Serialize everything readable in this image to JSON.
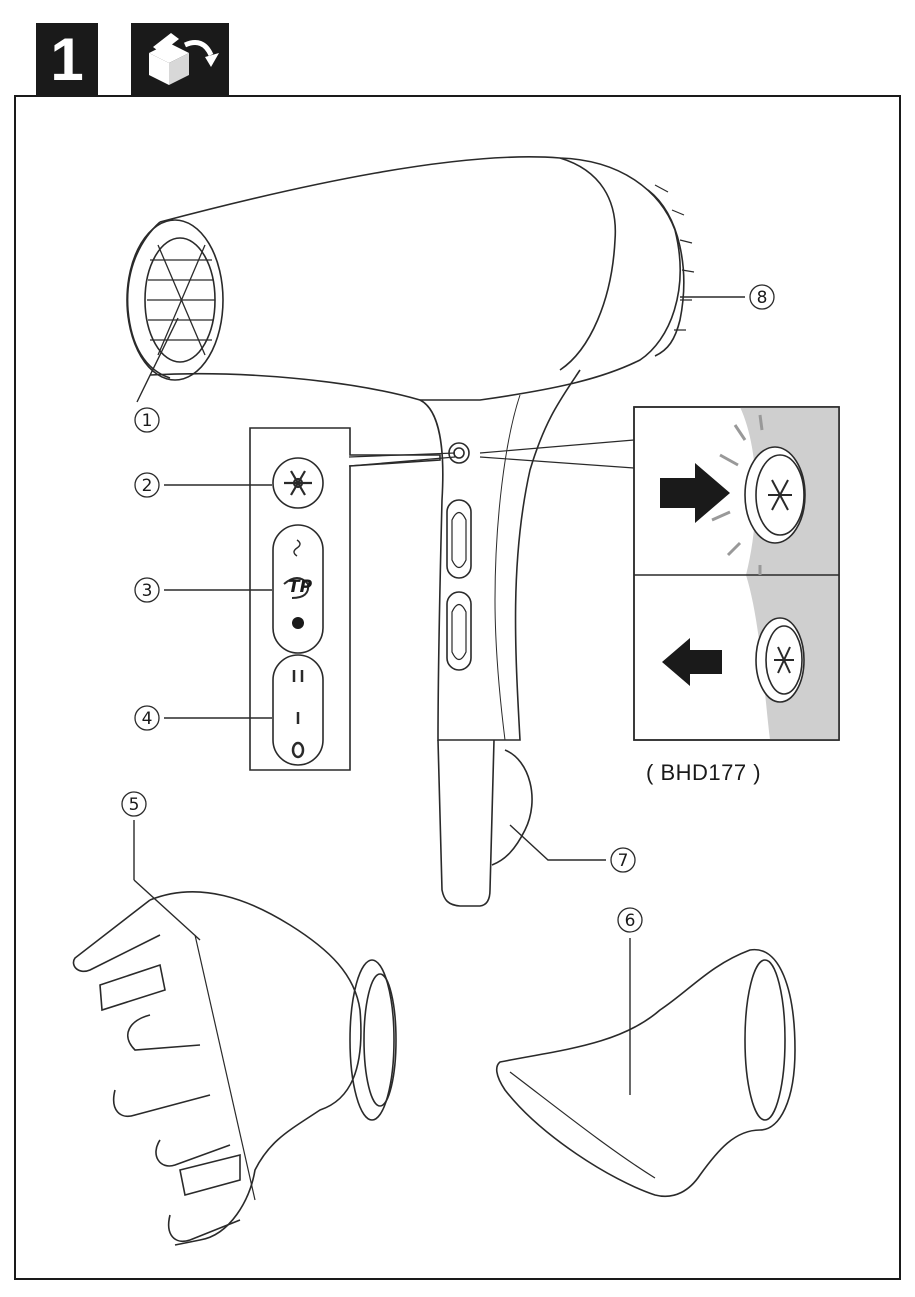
{
  "step": "1",
  "step_icon": "unbox-icon",
  "callouts": [
    "1",
    "2",
    "3",
    "4",
    "5",
    "6",
    "7",
    "8"
  ],
  "switch_marks": {
    "flow_top": "II",
    "flow_mid": "I",
    "flow_off": "O"
  },
  "heat_marks": {
    "tp_label": "TP"
  },
  "model_label": "( BHD177 )"
}
